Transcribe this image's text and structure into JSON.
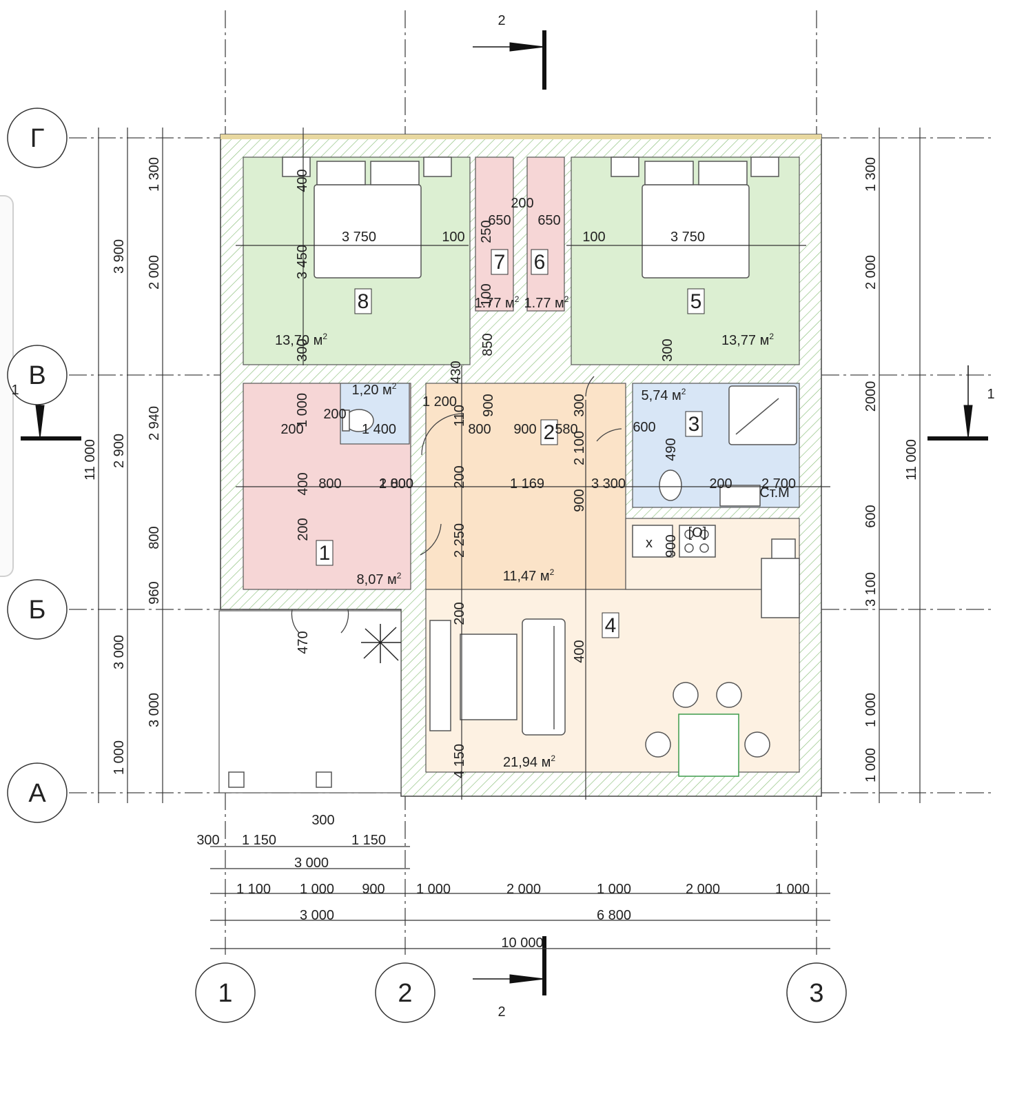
{
  "grid_rows": [
    "Г",
    "В",
    "Б",
    "А"
  ],
  "grid_cols": [
    "1",
    "2",
    "3"
  ],
  "section_marks": {
    "top": "2",
    "bottom": "2",
    "right": "1",
    "left": "1"
  },
  "rooms": [
    {
      "num": "1",
      "area": "8,07 м"
    },
    {
      "num": "2",
      "area": "11,47 м"
    },
    {
      "num": "3",
      "area": "5,74 м"
    },
    {
      "num": "4",
      "area": "21,94 м"
    },
    {
      "num": "5",
      "area": "13,77 м"
    },
    {
      "num": "6",
      "area": "1.77 м"
    },
    {
      "num": "7",
      "area": "1.77 м"
    },
    {
      "num": "8",
      "area": "13,70 м"
    },
    {
      "num": "",
      "area": "1,20 м"
    }
  ],
  "area_unit_sup": "2",
  "misc_labels": {
    "wm": "Ст.М",
    "stove_x": "x",
    "stove_mark": "[O]"
  },
  "dims_left": [
    "1 300",
    "2 000",
    "3 900",
    "2 940",
    "2 900",
    "800",
    "11 000",
    "960",
    "3 000",
    "3 000",
    "1 000"
  ],
  "dims_right": [
    "1 300",
    "2 000",
    "2000",
    "600",
    "3 100",
    "11 000",
    "1 000",
    "1 000"
  ],
  "dims_bottom": [
    "300",
    "1 150",
    "300",
    "1 150",
    "3 000",
    "1 100",
    "1 000",
    "900",
    "1 000",
    "2 000",
    "1 000",
    "2 000",
    "1 000",
    "3 000",
    "6 800",
    "10 000"
  ],
  "dims_inner": [
    "400",
    "3 750",
    "100",
    "3 450",
    "200",
    "650",
    "650",
    "250",
    "100",
    "3 750",
    "100",
    "850",
    "300",
    "300",
    "1 000",
    "200",
    "200",
    "1 400",
    "1 200",
    "430",
    "110",
    "800",
    "900",
    "580",
    "900",
    "300",
    "600",
    "490",
    "2 100",
    "800",
    "2 800",
    "200",
    "1 169",
    "3 300",
    "200",
    "2 700",
    "400",
    "200",
    "2 250",
    "900",
    "900",
    "200",
    "470",
    "400",
    "4 150",
    "1 000"
  ]
}
